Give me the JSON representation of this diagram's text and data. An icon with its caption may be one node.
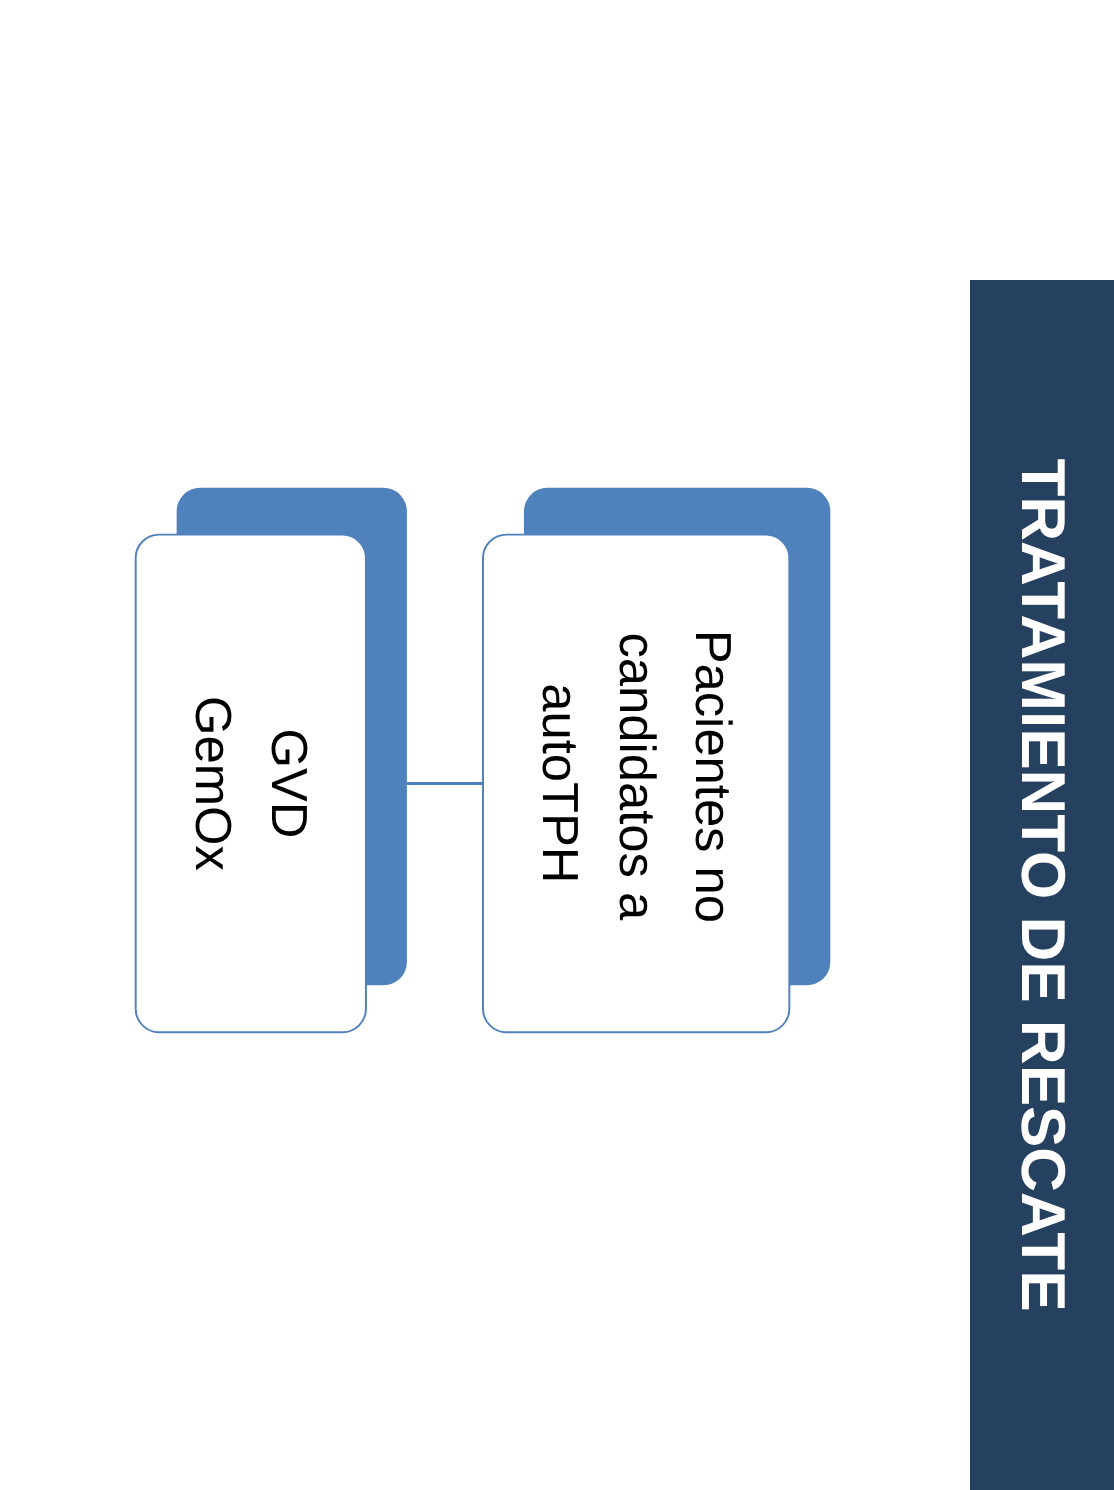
{
  "diagram": {
    "title": "TRATAMIENTO DE RESCATE",
    "nodes": [
      {
        "text": [
          "Pacientes no candidatos a autoTPH"
        ]
      },
      {
        "text": [
          "GVD",
          "GemOx"
        ]
      }
    ],
    "edges": [
      {
        "from": 0,
        "to": 1,
        "arrow": "none"
      }
    ]
  }
}
